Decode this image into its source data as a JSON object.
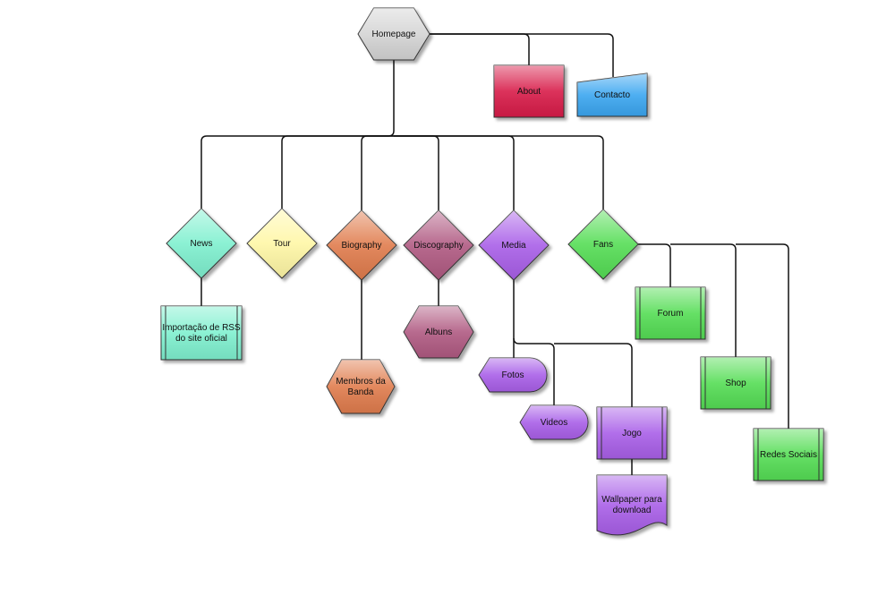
{
  "diagram": {
    "nodes": {
      "homepage": {
        "label": "Homepage",
        "shape": "hexagon",
        "color": "#d4d4d4"
      },
      "about": {
        "label": "About",
        "shape": "rectangle",
        "color": "#d81c4a"
      },
      "contacto": {
        "label": "Contacto",
        "shape": "manual-input",
        "color": "#3aa6f0"
      },
      "news": {
        "label": "News",
        "shape": "diamond",
        "color": "#7ff0cf"
      },
      "tour": {
        "label": "Tour",
        "shape": "diamond",
        "color": "#fff7a6"
      },
      "biography": {
        "label": "Biography",
        "shape": "diamond",
        "color": "#e07b4e"
      },
      "discography": {
        "label": "Discography",
        "shape": "diamond",
        "color": "#b05a82"
      },
      "media": {
        "label": "Media",
        "shape": "diamond",
        "color": "#a95ee8"
      },
      "fans": {
        "label": "Fans",
        "shape": "diamond",
        "color": "#55dd55"
      },
      "rss": {
        "label": [
          "Importação de RSS",
          "do site oficial"
        ],
        "shape": "predefined-process",
        "color": "#7ff0cf"
      },
      "membros": {
        "label": [
          "Membros da",
          "Banda"
        ],
        "shape": "hexagon",
        "color": "#e07b4e"
      },
      "albuns": {
        "label": "Albuns",
        "shape": "hexagon",
        "color": "#b05a82"
      },
      "fotos": {
        "label": "Fotos",
        "shape": "display",
        "color": "#a95ee8"
      },
      "videos": {
        "label": "Videos",
        "shape": "display",
        "color": "#a95ee8"
      },
      "jogo": {
        "label": "Jogo",
        "shape": "predefined-process",
        "color": "#a95ee8"
      },
      "wallpaper": {
        "label": [
          "Wallpaper para",
          "download"
        ],
        "shape": "document",
        "color": "#a95ee8"
      },
      "forum": {
        "label": "Forum",
        "shape": "predefined-process",
        "color": "#55dd55"
      },
      "shop": {
        "label": "Shop",
        "shape": "predefined-process",
        "color": "#55dd55"
      },
      "redes": {
        "label": "Redes Sociais",
        "shape": "predefined-process",
        "color": "#55dd55"
      }
    },
    "edges": [
      [
        "homepage",
        "about"
      ],
      [
        "homepage",
        "contacto"
      ],
      [
        "homepage",
        "news"
      ],
      [
        "homepage",
        "tour"
      ],
      [
        "homepage",
        "biography"
      ],
      [
        "homepage",
        "discography"
      ],
      [
        "homepage",
        "media"
      ],
      [
        "homepage",
        "fans"
      ],
      [
        "news",
        "rss"
      ],
      [
        "biography",
        "membros"
      ],
      [
        "discography",
        "albuns"
      ],
      [
        "media",
        "fotos"
      ],
      [
        "media",
        "videos"
      ],
      [
        "media",
        "jogo"
      ],
      [
        "jogo",
        "wallpaper"
      ],
      [
        "fans",
        "forum"
      ],
      [
        "fans",
        "shop"
      ],
      [
        "fans",
        "redes"
      ]
    ]
  }
}
